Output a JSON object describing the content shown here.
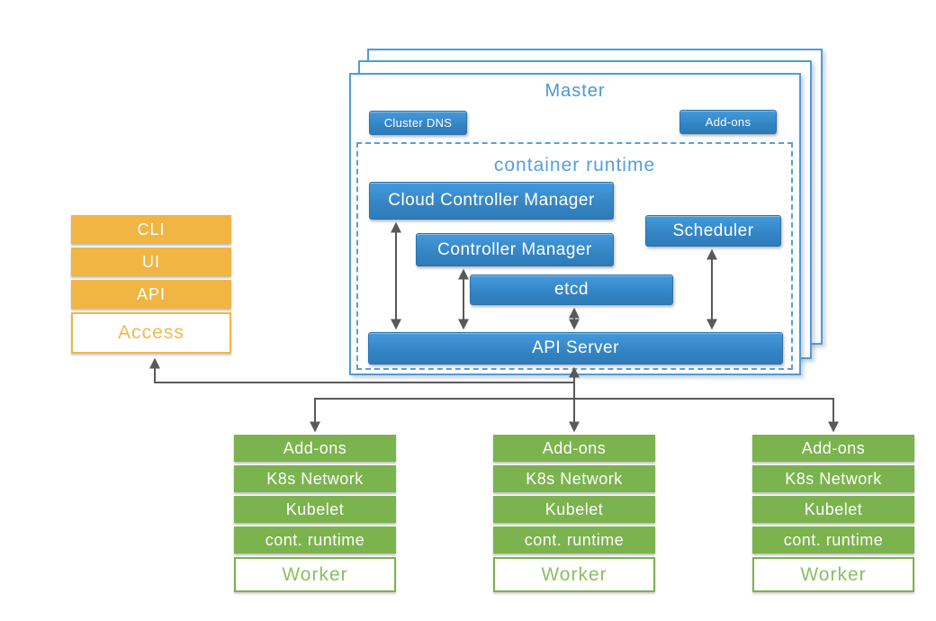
{
  "diagram": {
    "subject": "Kubernetes cluster architecture",
    "colors": {
      "component_blue": "#3586C6",
      "frame_light_blue": "#4E9CDB",
      "title_blue": "#4A97D9",
      "access_orange": "#F1B544",
      "worker_green": "#7BB34E",
      "arrow_gray": "#595959",
      "background": "#FFFFFF"
    }
  },
  "access": {
    "rows": [
      "CLI",
      "UI",
      "API"
    ],
    "label": "Access"
  },
  "master": {
    "title": "Master",
    "cluster_dns_label": "Cluster DNS",
    "addons_label": "Add-ons",
    "container_runtime": {
      "title": "container runtime",
      "cloud_controller_manager": "Cloud Controller Manager",
      "controller_manager": "Controller Manager",
      "etcd": "etcd",
      "scheduler": "Scheduler",
      "api_server": "API Server"
    }
  },
  "workers": {
    "stacks": [
      {
        "rows": [
          "Add-ons",
          "K8s Network",
          "Kubelet",
          "cont. runtime"
        ],
        "label": "Worker"
      },
      {
        "rows": [
          "Add-ons",
          "K8s Network",
          "Kubelet",
          "cont. runtime"
        ],
        "label": "Worker"
      },
      {
        "rows": [
          "Add-ons",
          "K8s Network",
          "Kubelet",
          "cont. runtime"
        ],
        "label": "Worker"
      }
    ]
  }
}
